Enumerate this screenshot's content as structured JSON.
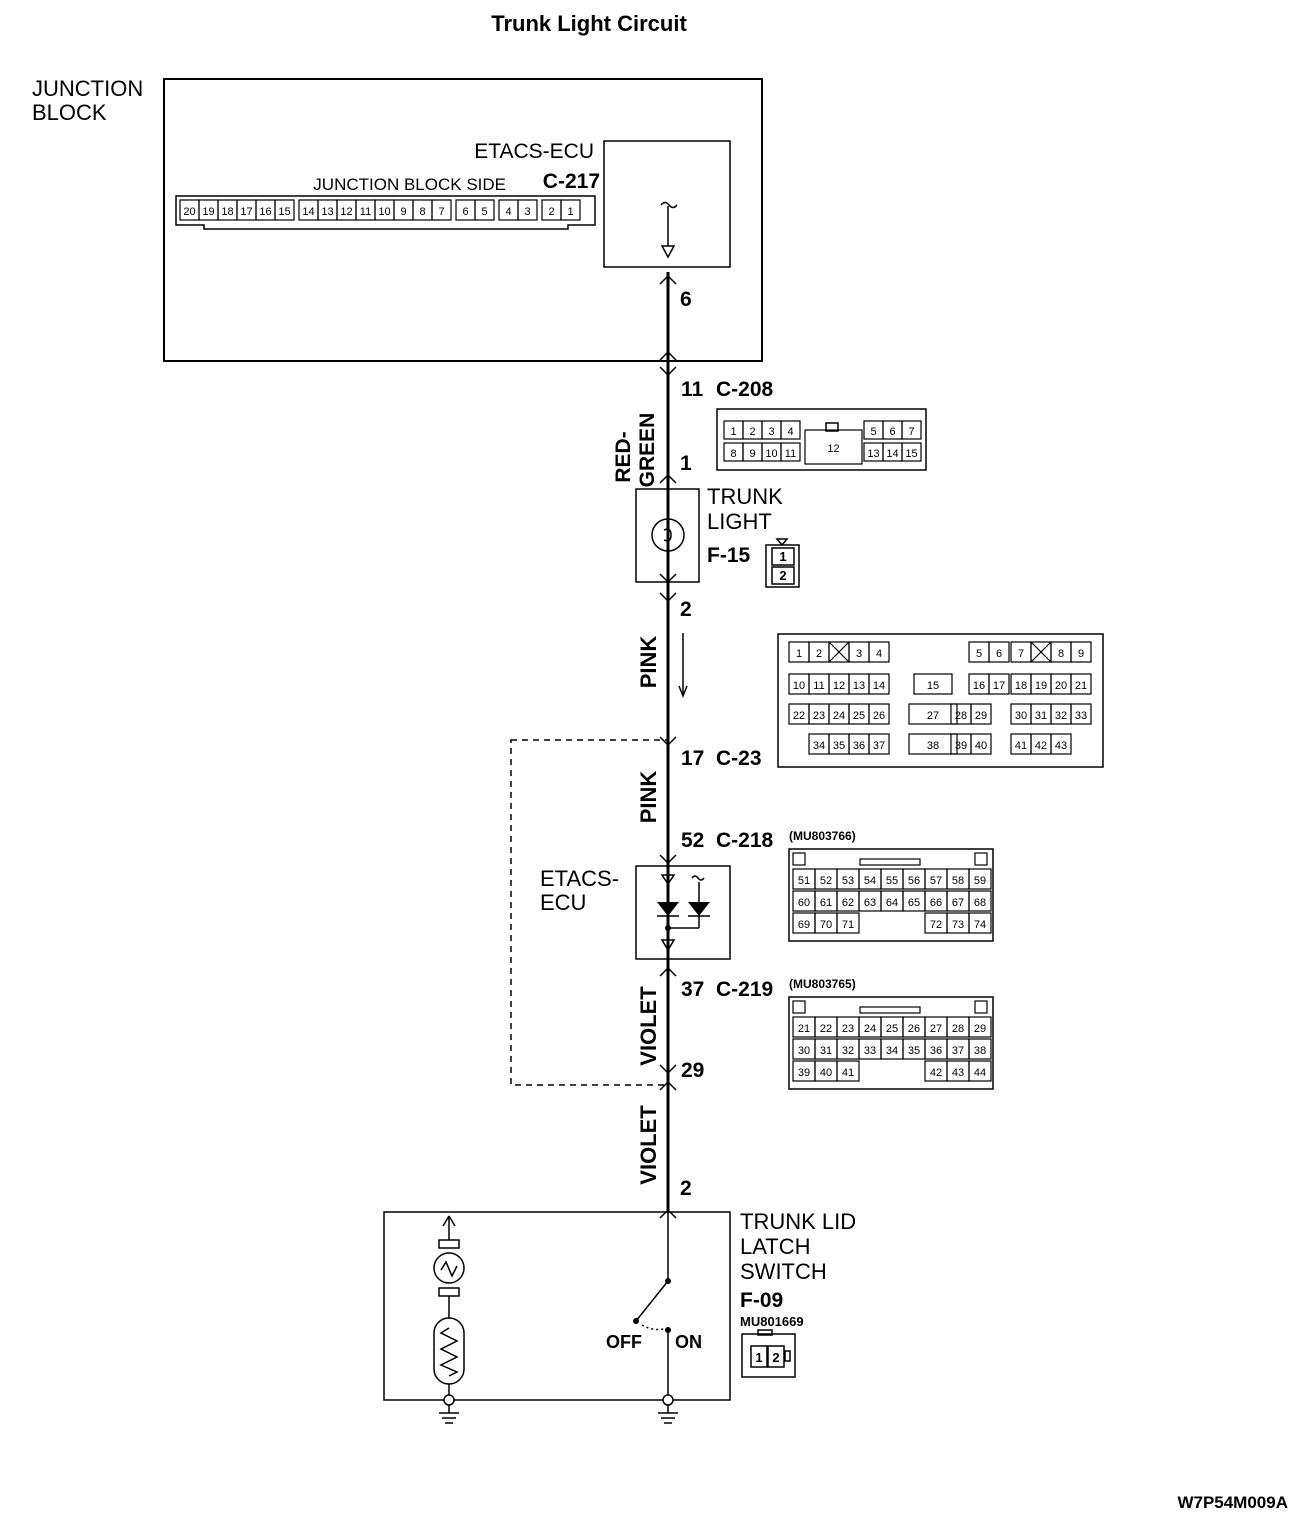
{
  "title": "Trunk Light Circuit",
  "ref_code": "W7P54M009A",
  "junction_block": {
    "label_line1": "JUNCTION",
    "label_line2": "BLOCK",
    "ecu_label": "ETACS-ECU",
    "side_label": "JUNCTION BLOCK SIDE",
    "connector": "C-217",
    "pins": [
      "20",
      "19",
      "18",
      "17",
      "16",
      "15",
      "14",
      "13",
      "12",
      "11",
      "10",
      "9",
      "8",
      "7",
      "6",
      "5",
      "4",
      "3",
      "2",
      "1"
    ],
    "terminal": "6"
  },
  "connector_c208": {
    "terminal_top": "11",
    "id": "C-208",
    "terminal_bottom": "1",
    "row1": [
      "1",
      "2",
      "3",
      "4",
      "12",
      "5",
      "6",
      "7"
    ],
    "row2": [
      "8",
      "9",
      "10",
      "11",
      "13",
      "14",
      "15"
    ]
  },
  "wire_1": {
    "line1": "RED-",
    "line2": "GREEN"
  },
  "trunk_light": {
    "line1": "TRUNK",
    "line2": "LIGHT",
    "connector": "F-15",
    "pins": [
      "1",
      "2"
    ],
    "terminal_bottom": "2"
  },
  "wire_2": {
    "color": "PINK"
  },
  "connector_c23": {
    "terminal": "17",
    "id": "C-23",
    "row1": [
      "1",
      "2",
      "3",
      "4",
      "5",
      "6",
      "7",
      "8",
      "9"
    ],
    "row2": [
      "10",
      "11",
      "12",
      "13",
      "14",
      "15",
      "16",
      "17",
      "18",
      "19",
      "20",
      "21"
    ],
    "row3": [
      "22",
      "23",
      "24",
      "25",
      "26",
      "27",
      "28",
      "29",
      "30",
      "31",
      "32",
      "33"
    ],
    "row4": [
      "34",
      "35",
      "36",
      "37",
      "38",
      "39",
      "40",
      "41",
      "42",
      "43"
    ]
  },
  "wire_3": {
    "color": "PINK"
  },
  "connector_c218": {
    "terminal": "52",
    "id": "C-218",
    "part_no": "(MU803766)",
    "row1": [
      "51",
      "52",
      "53",
      "54",
      "55",
      "56",
      "57",
      "58",
      "59"
    ],
    "row2": [
      "60",
      "61",
      "62",
      "63",
      "64",
      "65",
      "66",
      "67",
      "68"
    ],
    "row3": [
      "69",
      "70",
      "71",
      "72",
      "73",
      "74"
    ]
  },
  "etacs_ecu": {
    "line1": "ETACS-",
    "line2": "ECU"
  },
  "connector_c219": {
    "terminal_top": "37",
    "id": "C-219",
    "part_no": "(MU803765)",
    "terminal_bottom": "29",
    "row1": [
      "21",
      "22",
      "23",
      "24",
      "25",
      "26",
      "27",
      "28",
      "29"
    ],
    "row2": [
      "30",
      "31",
      "32",
      "33",
      "34",
      "35",
      "36",
      "37",
      "38"
    ],
    "row3": [
      "39",
      "40",
      "41",
      "42",
      "43",
      "44"
    ]
  },
  "wire_4": {
    "color": "VIOLET"
  },
  "wire_5": {
    "color": "VIOLET"
  },
  "latch_switch": {
    "terminal": "2",
    "line1": "TRUNK LID",
    "line2": "LATCH",
    "line3": "SWITCH",
    "connector": "F-09",
    "part_no": "MU801669",
    "off_label": "OFF",
    "on_label": "ON",
    "pins": [
      "1",
      "2"
    ]
  }
}
